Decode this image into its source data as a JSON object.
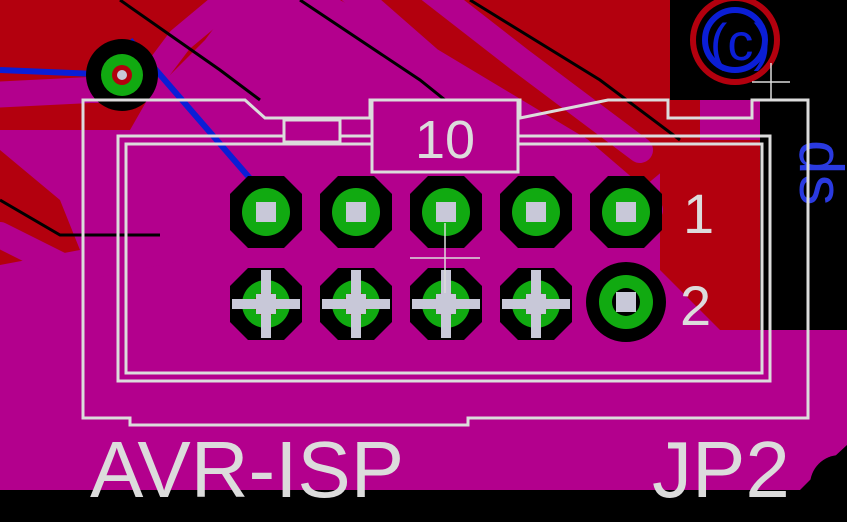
{
  "colors": {
    "background": "#000000",
    "top_copper": "#b3008d",
    "bottom_copper": "#b3000e",
    "bottom_trace": "#0b1ed6",
    "silkscreen": "#dcdcdc",
    "pad_ring": "#11aa11",
    "drill": "#c8c8d8"
  },
  "connector": {
    "pin_label_top": "1",
    "pin_label_bottom": "2",
    "pin_count_label": "10"
  },
  "labels": {
    "part_value": "AVR-ISP",
    "part_name": "JP2",
    "logo_mark": "(c)",
    "logo_text": "ds"
  },
  "icons": {
    "via": "via-icon",
    "pad": "pad-icon",
    "crosshair": "crosshair-icon"
  }
}
